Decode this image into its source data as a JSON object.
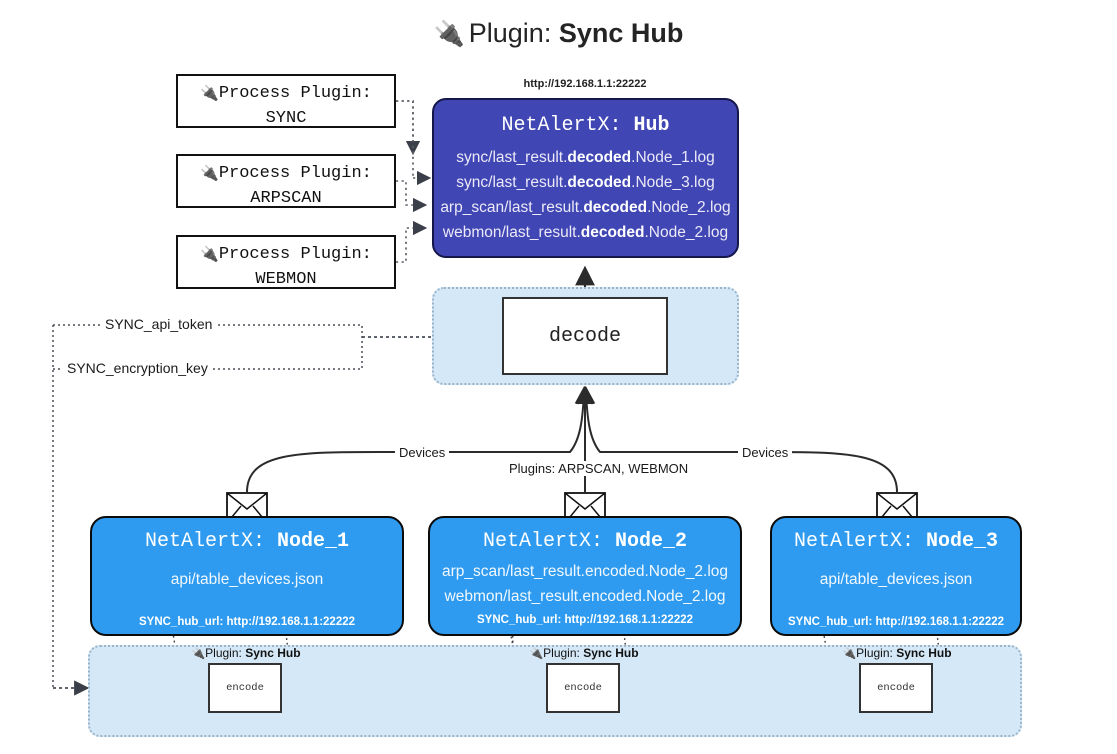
{
  "title": {
    "icon": "plug-icon",
    "prefix": "Plugin:",
    "name": "Sync Hub"
  },
  "process_plugins": [
    {
      "icon": "plug-icon",
      "line1": "Process Plugin:",
      "line2": "SYNC"
    },
    {
      "icon": "plug-icon",
      "line1": "Process Plugin:",
      "line2": "ARPSCAN"
    },
    {
      "icon": "plug-icon",
      "line1": "Process Plugin:",
      "line2": "WEBMON"
    }
  ],
  "hub": {
    "url": "http://192.168.1.1:22222",
    "title_prefix": "NetAlertX:",
    "title_name": "Hub",
    "lines": [
      {
        "pre": "sync/last_result.",
        "bold": "decoded",
        "post": ".Node_1.log"
      },
      {
        "pre": "sync/last_result.",
        "bold": "decoded",
        "post": ".Node_3.log"
      },
      {
        "pre": "arp_scan/last_result.",
        "bold": "decoded",
        "post": ".Node_2.log"
      },
      {
        "pre": "webmon/last_result.",
        "bold": "decoded",
        "post": ".Node_2.log"
      }
    ]
  },
  "decode": {
    "label": "decode"
  },
  "env": {
    "api_token": "SYNC_api_token",
    "encryption_key": "SYNC_encryption_key"
  },
  "edges": {
    "devices_left": "Devices",
    "devices_right": "Devices",
    "plugins_center": "Plugins: ARPSCAN, WEBMON"
  },
  "nodes": [
    {
      "title_prefix": "NetAlertX:",
      "title_name": "Node_1",
      "lines": [
        "api/table_devices.json"
      ],
      "footer": "SYNC_hub_url: http://192.168.1.1:22222"
    },
    {
      "title_prefix": "NetAlertX:",
      "title_name": "Node_2",
      "lines": [
        "arp_scan/last_result.encoded.Node_2.log",
        "webmon/last_result.encoded.Node_2.log"
      ],
      "footer": "SYNC_hub_url: http://192.168.1.1:22222"
    },
    {
      "title_prefix": "NetAlertX:",
      "title_name": "Node_3",
      "lines": [
        "api/table_devices.json"
      ],
      "footer": "SYNC_hub_url: http://192.168.1.1:22222"
    }
  ],
  "plugin_instances": [
    {
      "icon": "plug-icon",
      "label_prefix": "Plugin:",
      "label_name": "Sync Hub",
      "box": "encode"
    },
    {
      "icon": "plug-icon",
      "label_prefix": "Plugin:",
      "label_name": "Sync Hub",
      "box": "encode"
    },
    {
      "icon": "plug-icon",
      "label_prefix": "Plugin:",
      "label_name": "Sync Hub",
      "box": "encode"
    }
  ],
  "colors": {
    "hub": "#4046b4",
    "node": "#2e9bf0",
    "container": "#d5e8f7",
    "stroke": "#111111"
  }
}
